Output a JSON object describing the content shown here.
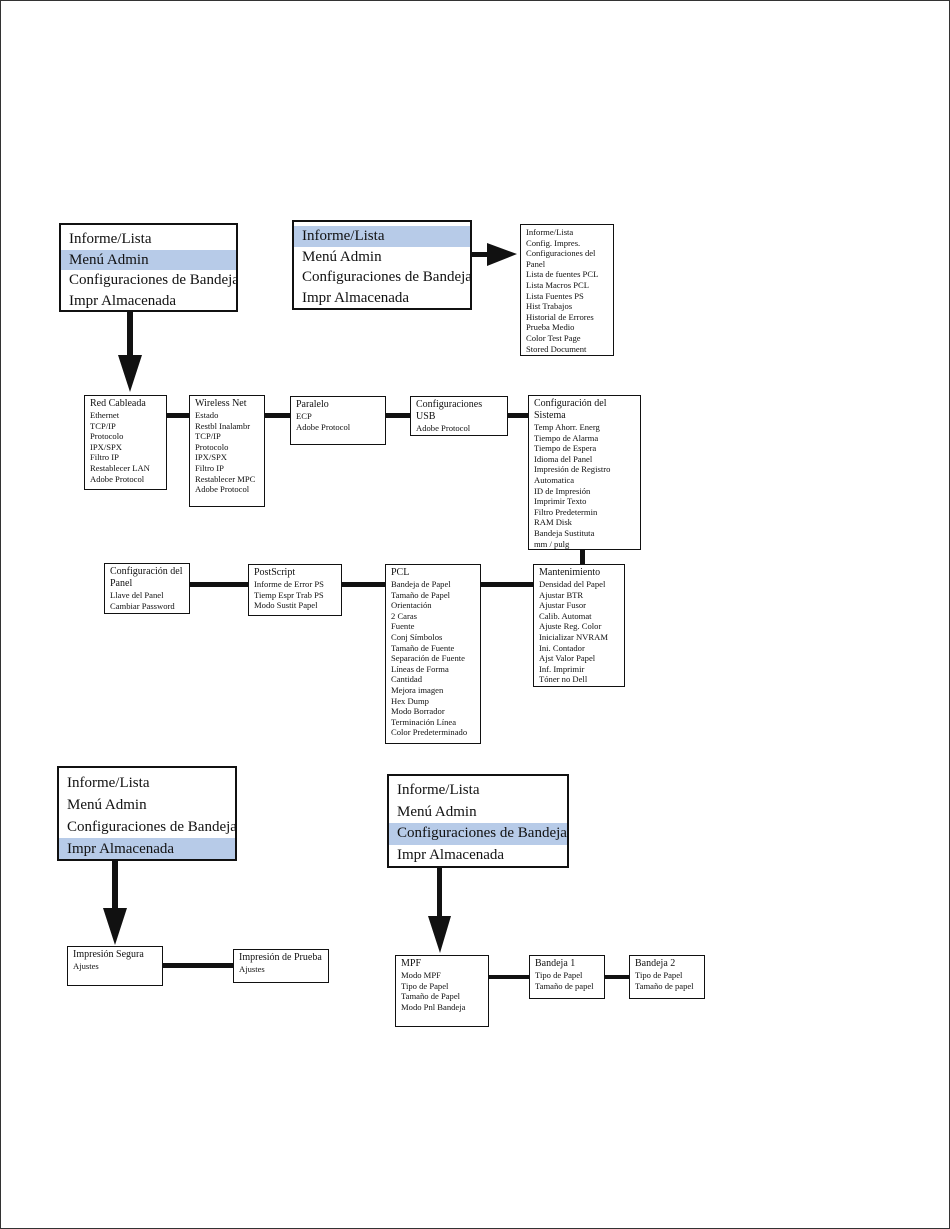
{
  "menu_blocks": {
    "block1": [
      "Informe/Lista",
      "Menú Admin",
      "Configuraciones de Bandeja",
      "Impr Almacenada"
    ],
    "block2": [
      "Informe/Lista",
      "Menú Admin",
      "Configuraciones de Bandeja",
      "Impr Almacenada"
    ],
    "block3": [
      "Informe/Lista",
      "Menú Admin",
      "Configuraciones de Bandeja",
      "Impr Almacenada"
    ],
    "block4": [
      "Informe/Lista",
      "Menú Admin",
      "Configuraciones de Bandeja",
      "Impr Almacenada"
    ]
  },
  "submenus": {
    "informe_lista": [
      "Informe/Lista",
      "Config. Impres.",
      "Configuraciones del",
      "Panel",
      "Lista de fuentes PCL",
      "Lista Macros PCL",
      "Lista Fuentes PS",
      "Hist Trabajos",
      "Historial de Errores",
      "Prueba Medio",
      "Color Test Page",
      "Stored Document"
    ],
    "red_cableada": [
      "Red Cableada",
      "Ethernet",
      "TCP/IP",
      "Protocolo",
      "IPX/SPX",
      "Filtro IP",
      "Restablecer LAN",
      "Adobe Protocol"
    ],
    "wireless_net": [
      "Wireless Net",
      "Estado",
      "Restbl Inalambr",
      "TCP/IP",
      "Protocolo",
      "IPX/SPX",
      "Filtro IP",
      "Restablecer MPC",
      "Adobe Protocol"
    ],
    "paralelo": [
      "Paralelo",
      "ECP",
      "Adobe Protocol"
    ],
    "usb": [
      "Configuraciones",
      "USB",
      "Adobe Protocol"
    ],
    "sistema": [
      "Configuración del",
      "Sistema",
      "Temp Ahorr. Energ",
      "Tiempo de Alarma",
      "Tiempo de Espera",
      "Idioma del Panel",
      "Impresión de Registro",
      "Automatica",
      "ID de Impresión",
      "Imprimir Texto",
      "Filtro Predetermin",
      "RAM Disk",
      "Bandeja Sustituta",
      "mm / pulg"
    ],
    "mantenimiento": [
      "Mantenimiento",
      "Densidad del Papel",
      "Ajustar BTR",
      "Ajustar Fusor",
      "Calib. Automat",
      "Ajuste Reg. Color",
      "Inicializar NVRAM",
      "Ini. Contador",
      "Ajst Valor Papel",
      "Inf. Imprimir",
      "Tóner no Dell"
    ],
    "pcl": [
      "PCL",
      "Bandeja de Papel",
      "Tamaño de Papel",
      "Orientación",
      "2 Caras",
      "Fuente",
      "Conj Símbolos",
      "Tamaño de Fuente",
      "Separación de Fuente",
      "Líneas de Forma",
      "Cantidad",
      "Mejora imagen",
      "Hex Dump",
      "Modo Borrador",
      "Terminación Línea",
      "Color Predeterminado"
    ],
    "postscript": [
      "PostScript",
      "Informe de Error PS",
      "Tiemp Espr Trab PS",
      "Modo Sustit Papel"
    ],
    "panel": [
      "Configuración del",
      "Panel",
      "Llave del Panel",
      "Cambiar Password"
    ],
    "impresion_segura": [
      "Impresión Segura",
      "Ajustes"
    ],
    "impresion_prueba": [
      "Impresión de Prueba",
      "Ajustes"
    ],
    "mpf": [
      "MPF",
      "Modo MPF",
      "Tipo de Papel",
      "Tamaño de Papel",
      "Modo Pnl Bandeja"
    ],
    "bandeja1": [
      "Bandeja 1",
      "Tipo de Papel",
      "Tamaño de papel"
    ],
    "bandeja2": [
      "Bandeja 2",
      "Tipo de Papel",
      "Tamaño de papel"
    ]
  },
  "colors": {
    "highlight": "#b7cbe8",
    "line": "#111111"
  },
  "icons": [
    "arrow-right",
    "arrow-down"
  ]
}
